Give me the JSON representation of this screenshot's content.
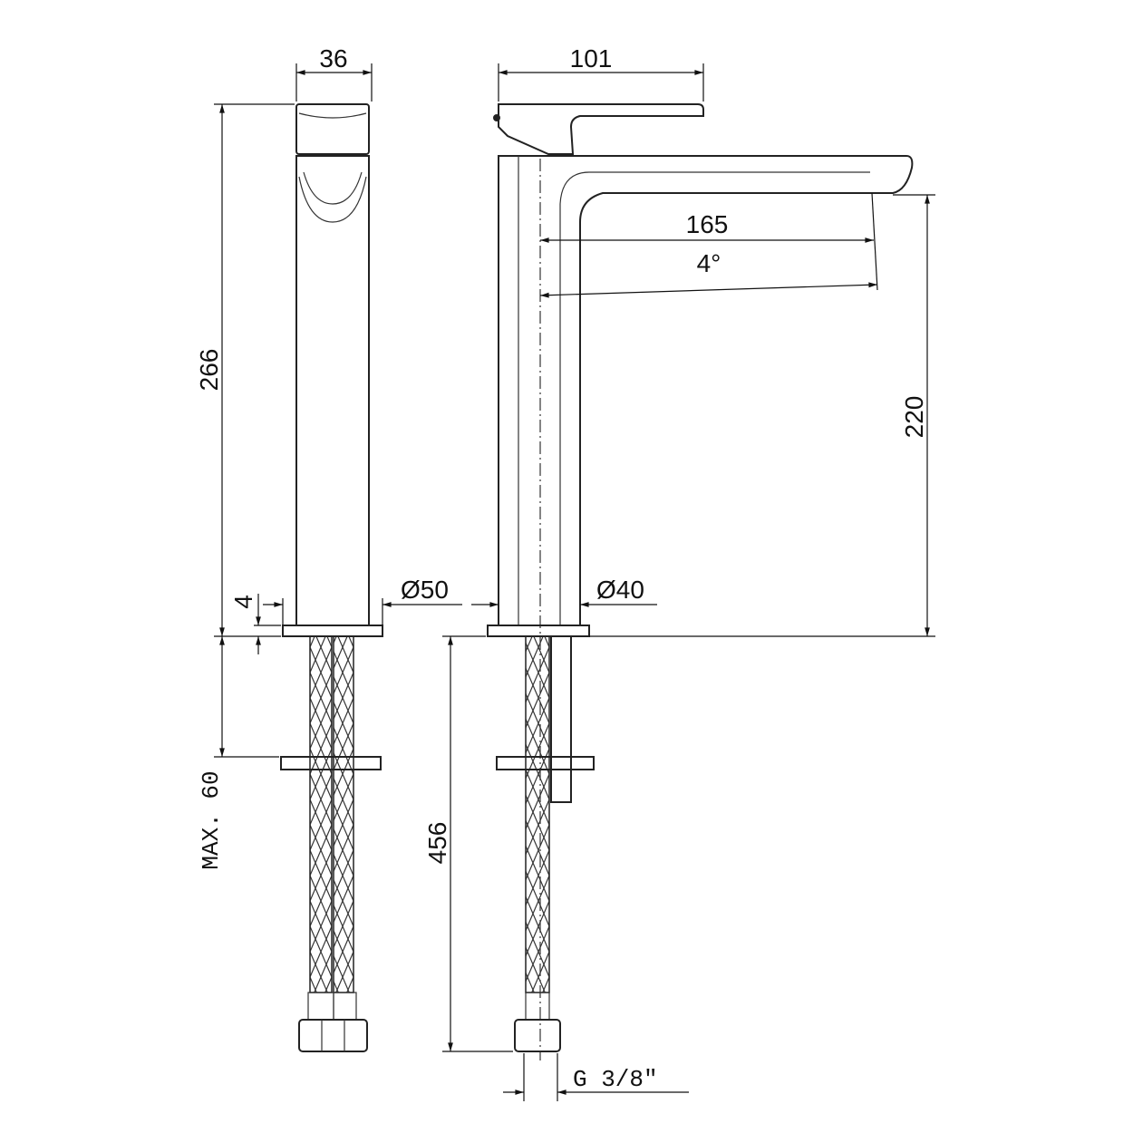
{
  "drawing": {
    "front_view": {
      "width_label": "36",
      "height_label": "266",
      "plate_label": "4",
      "base_diameter_label": "Ø50",
      "max_thickness_label": "MAX. 60"
    },
    "side_view": {
      "handle_reach_label": "101",
      "spout_reach_label": "165",
      "spout_angle_label": "4°",
      "spout_height_label": "220",
      "body_diameter_label": "Ø40",
      "hose_length_label": "456",
      "connection_label": "G 3/8\""
    },
    "line_color": "#222222"
  }
}
